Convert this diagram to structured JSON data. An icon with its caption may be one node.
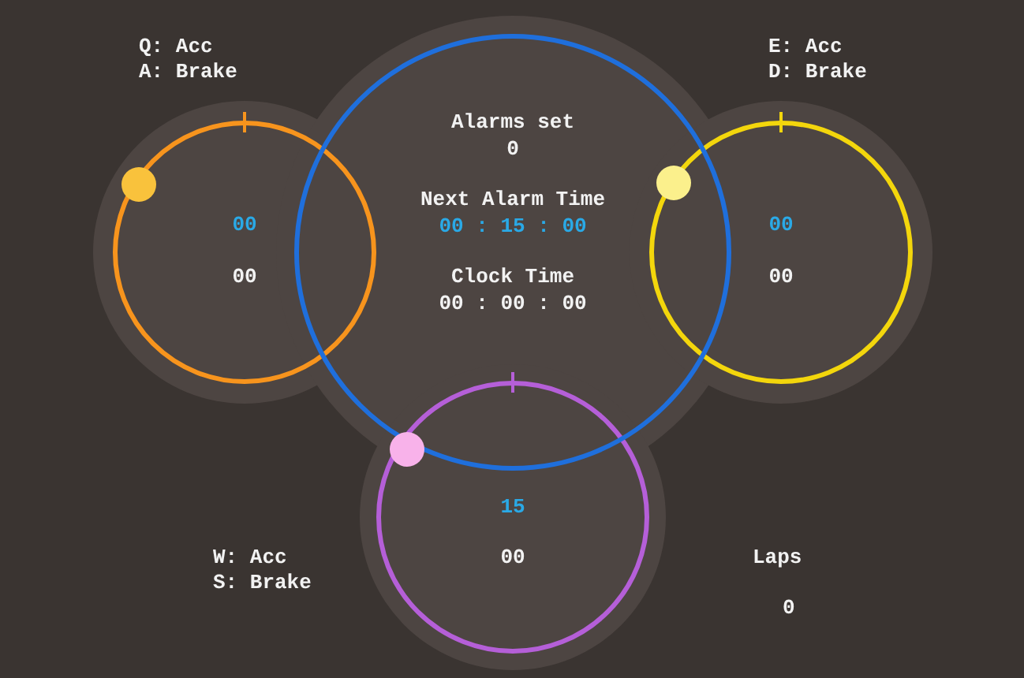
{
  "diagram": {
    "nodes": [
      {
        "text": [
          "00",
          "00"
        ]
      },
      {
        "text": [
          "Alarms set",
          "0",
          "Next Alarm Time",
          "00 : 15 : 00",
          "Clock Time",
          "00 : 00 : 00"
        ]
      },
      {
        "text": [
          "00",
          "00"
        ]
      },
      {
        "text": [
          "15",
          "00"
        ]
      }
    ],
    "edges": [],
    "labels": [
      "Q: Acc",
      "A: Brake",
      "E: Acc",
      "D: Brake",
      "W: Acc",
      "S: Brake",
      "Laps",
      "0"
    ]
  }
}
